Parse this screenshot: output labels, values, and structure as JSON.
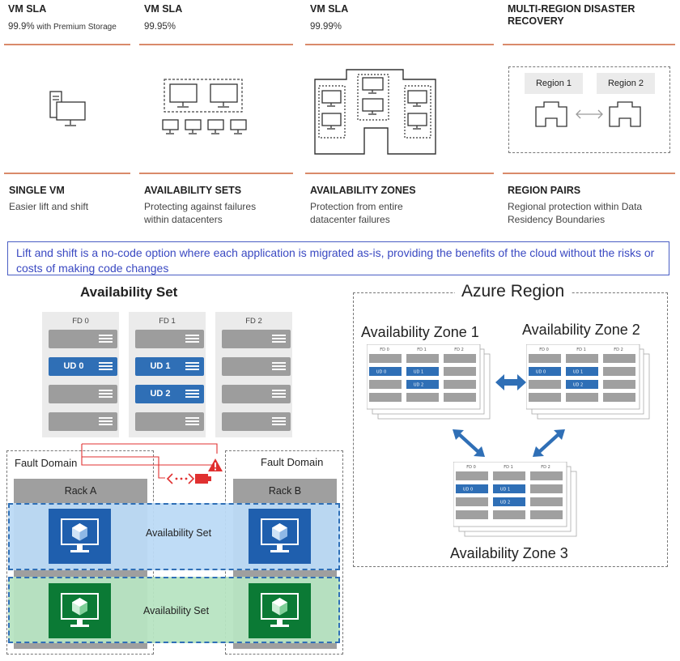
{
  "top_columns": [
    {
      "heading": "VM SLA",
      "sub_main": "99.9%",
      "sub_small": " with Premium Storage"
    },
    {
      "heading": "VM SLA",
      "sub_main": "99.95%",
      "sub_small": ""
    },
    {
      "heading": "VM SLA",
      "sub_main": "99.99%",
      "sub_small": ""
    },
    {
      "heading": "MULTI-REGION DISASTER RECOVERY",
      "sub_main": "",
      "sub_small": ""
    }
  ],
  "tiers": [
    {
      "title": "SINGLE VM",
      "desc": "Easier lift and shift"
    },
    {
      "title": "AVAILABILITY SETS",
      "desc": "Protecting against failures within datacenters"
    },
    {
      "title": "AVAILABILITY ZONES",
      "desc": "Protection from entire datacenter failures"
    },
    {
      "title": "REGION PAIRS",
      "desc": "Regional protection within Data Residency Boundaries"
    }
  ],
  "region_pair": {
    "region1": "Region 1",
    "region2": "Region 2"
  },
  "banner": "Lift and shift is a no-code option where each application is migrated as-is, providing the benefits of the cloud without the risks or costs of making code changes",
  "availability_set_diagram": {
    "title": "Availability Set",
    "fault_domains": [
      {
        "label": "FD 0",
        "servers": [
          "",
          "UD 0",
          "",
          ""
        ]
      },
      {
        "label": "FD 1",
        "servers": [
          "",
          "UD 1",
          "UD 2",
          ""
        ]
      },
      {
        "label": "FD 2",
        "servers": [
          "",
          "",
          "",
          ""
        ]
      }
    ],
    "fault_domain_left": "Fault Domain",
    "fault_domain_right": "Fault Domain",
    "rack_a": "Rack A",
    "rack_b": "Rack B",
    "avset_blue_label": "Availability Set",
    "avset_green_label": "Availability Set",
    "colors": {
      "blue_band": "#bcdaf6",
      "blue_tile": "#1f5fae",
      "green_band": "#b7e4c2",
      "green_tile": "#0b7a35",
      "alert": "#e03030"
    }
  },
  "azure_region": {
    "title": "Azure Region",
    "zones": [
      "Availability Zone 1",
      "Availability Zone 2",
      "Availability Zone 3"
    ],
    "mini_fd_labels": [
      "FD 0",
      "FD 1",
      "FD 2"
    ],
    "mini_ud_labels": [
      "UD 0",
      "UD 1",
      "UD 2"
    ]
  }
}
